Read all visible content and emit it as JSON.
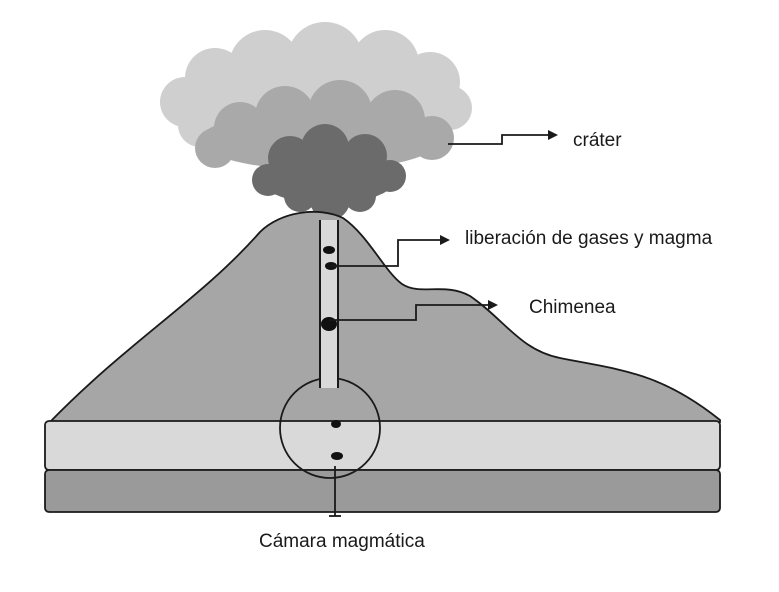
{
  "labels": {
    "crater": "cráter",
    "gases": "liberación de gases y magma",
    "chimenea": "Chimenea",
    "camara": "Cámara magmática"
  },
  "colors": {
    "cloud_outer": "#cfcfcf",
    "cloud_middle": "#a9a9a9",
    "cloud_inner": "#6b6b6b",
    "volcano": "#a6a6a6",
    "ground_top": "#d9d9d9",
    "ground_bottom": "#9a9a9a",
    "outline": "#1a1a1a"
  }
}
